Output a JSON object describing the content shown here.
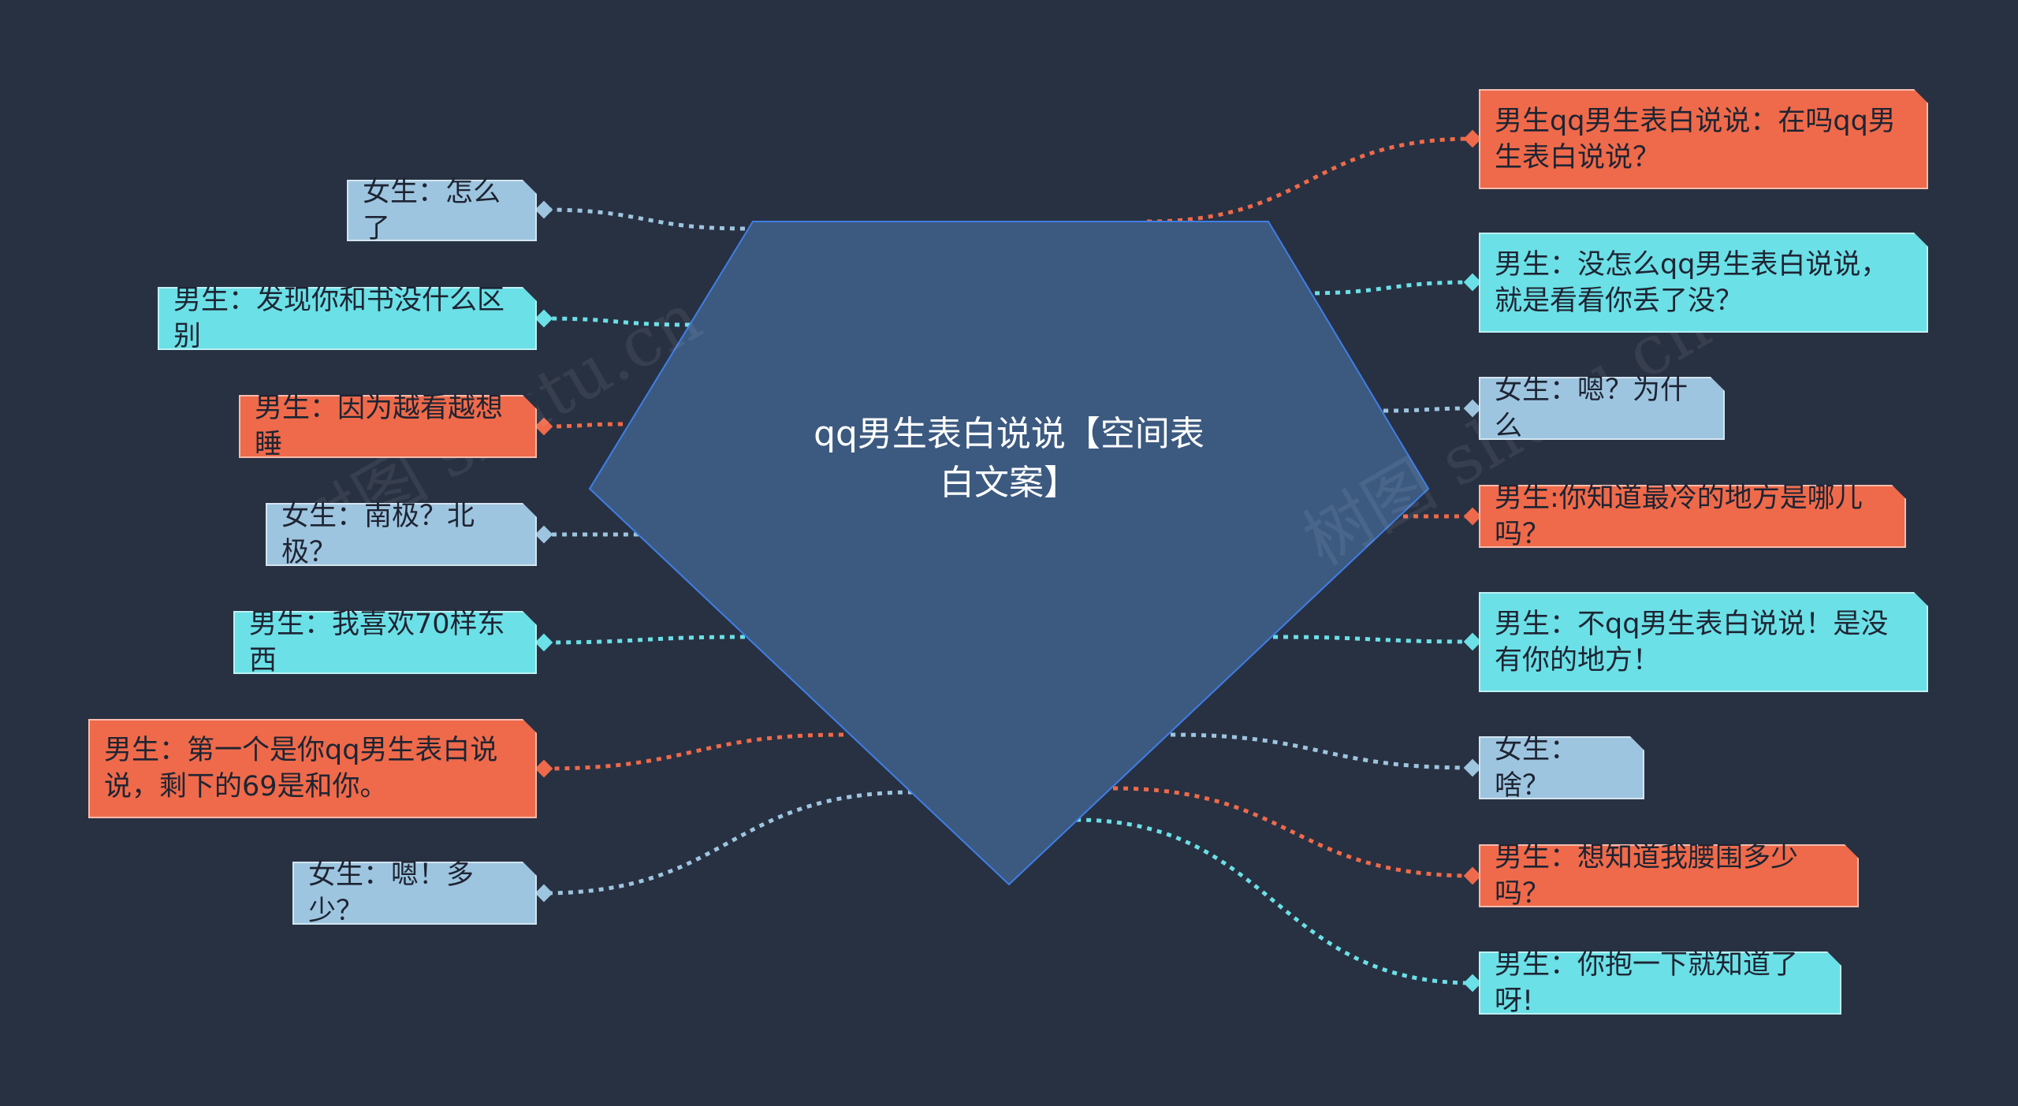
{
  "center": {
    "title": "qq男生表白说说【空间表白文案】",
    "line1": "qq男生表白说说【空间表",
    "line2": "白文案】",
    "fill": "#3c5a80",
    "stroke": "#3f7ee6"
  },
  "colors": {
    "background": "#283142",
    "coral": "#ee6a4a",
    "cyan": "#6be0e6",
    "blue": "#9ec5df"
  },
  "watermark": {
    "text_a": "树图 shutu.cn",
    "text_b": "树图 shutu.cn"
  },
  "left_nodes": [
    {
      "text": "女生：怎么了",
      "color": "blue"
    },
    {
      "text": "男生：发现你和书没什么区别",
      "color": "cyan"
    },
    {
      "text": "男生：因为越看越想睡",
      "color": "coral"
    },
    {
      "text": "女生：南极？北极？",
      "color": "blue"
    },
    {
      "text": "男生：我喜欢70样东西",
      "color": "cyan"
    },
    {
      "text": "男生：第一个是你qq男生表白说说，剩下的69是和你。",
      "color": "coral"
    },
    {
      "text": "女生：嗯！多少？",
      "color": "blue"
    }
  ],
  "right_nodes": [
    {
      "text": "男生qq男生表白说说：在吗qq男生表白说说？",
      "color": "coral"
    },
    {
      "text": "男生：没怎么qq男生表白说说，就是看看你丢了没？",
      "color": "cyan"
    },
    {
      "text": "女生：嗯？为什么",
      "color": "blue"
    },
    {
      "text": "男生:你知道最冷的地方是哪儿吗？",
      "color": "coral"
    },
    {
      "text": "男生：不qq男生表白说说！是没有你的地方！",
      "color": "cyan"
    },
    {
      "text": "女生：啥？",
      "color": "blue"
    },
    {
      "text": "男生：想知道我腰围多少吗？",
      "color": "coral"
    },
    {
      "text": "男生：你抱一下就知道了呀!",
      "color": "cyan"
    }
  ]
}
